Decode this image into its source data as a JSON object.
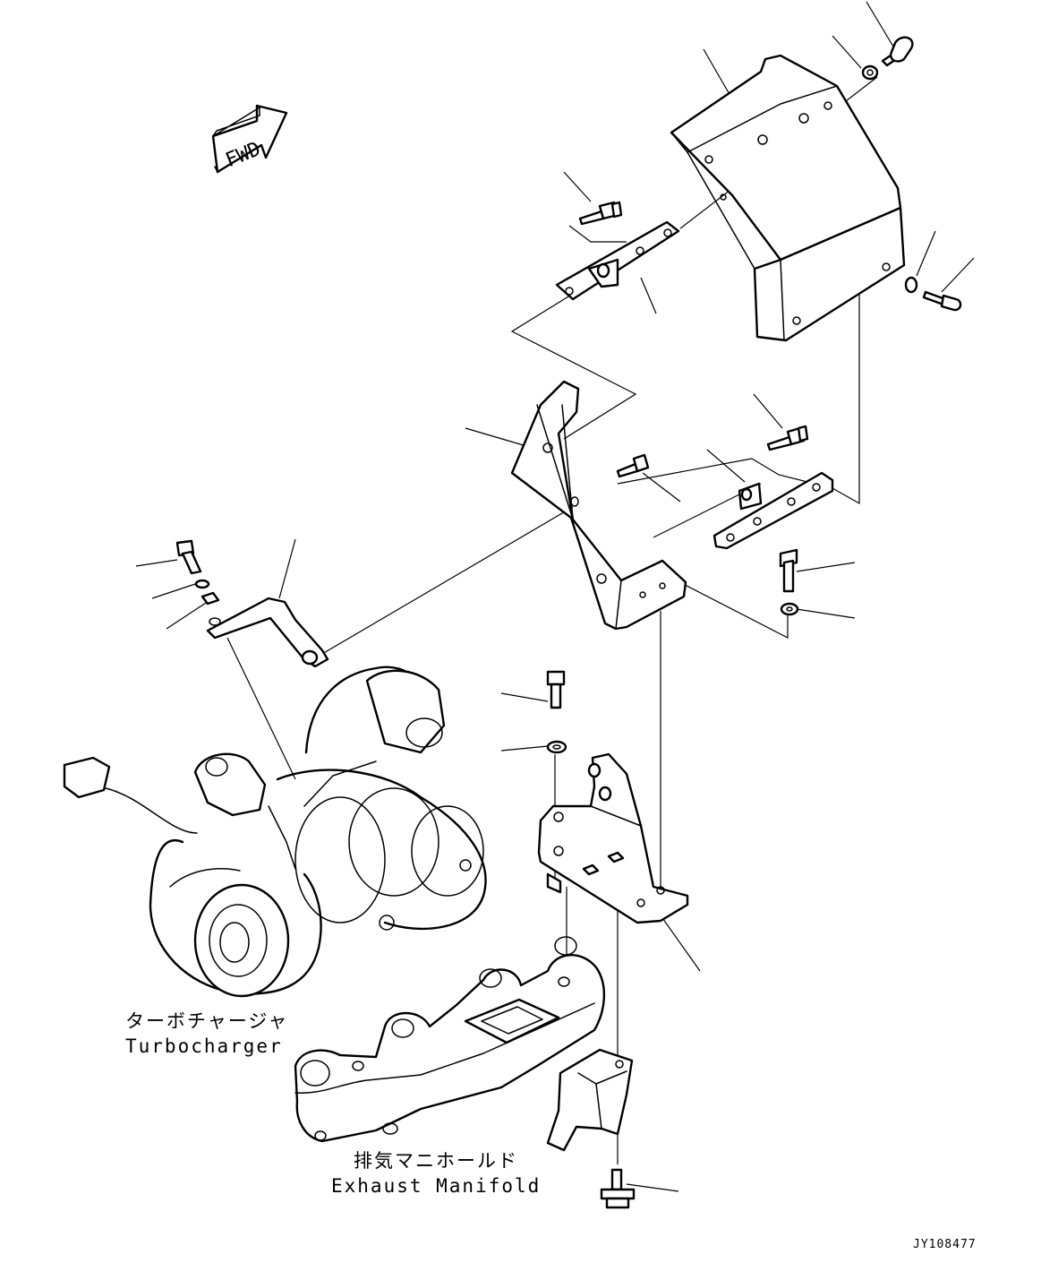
{
  "fwd_arrow": {
    "label": "FWD",
    "icon": "fwd-arrow-icon"
  },
  "labels": {
    "turbocharger_jp": "ターボチャージャ",
    "turbocharger_en": "Turbocharger",
    "exhaust_manifold_jp": "排気マニホールド",
    "exhaust_manifold_en": "Exhaust Manifold"
  },
  "drawing_code": "JY108477"
}
